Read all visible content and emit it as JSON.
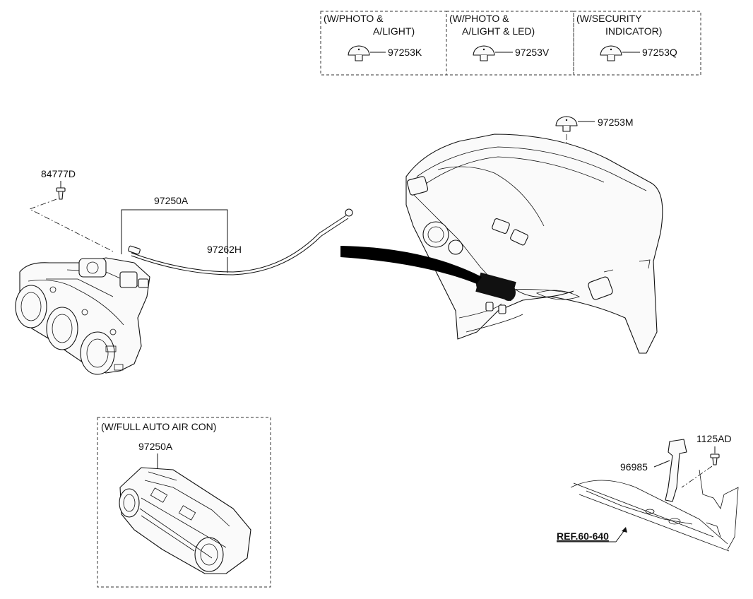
{
  "variant_boxes": [
    {
      "title_line1": "(W/PHOTO &",
      "title_line2": "A/LIGHT)",
      "part_no": "97253K"
    },
    {
      "title_line1": "(W/PHOTO &",
      "title_line2": "A/LIGHT & LED)",
      "part_no": "97253V"
    },
    {
      "title_line1": "(W/SECURITY",
      "title_line2": "INDICATOR)",
      "part_no": "97253Q"
    }
  ],
  "main": {
    "sensor_label": "97253M",
    "screw_label": "84777D",
    "control_label": "97250A",
    "cable_label": "97262H"
  },
  "auto_box": {
    "title": "(W/FULL AUTO AIR CON)",
    "part_no": "97250A"
  },
  "bracket": {
    "bolt_label": "1125AD",
    "bracket_label": "96985",
    "ref_label": "REF.60-640"
  }
}
